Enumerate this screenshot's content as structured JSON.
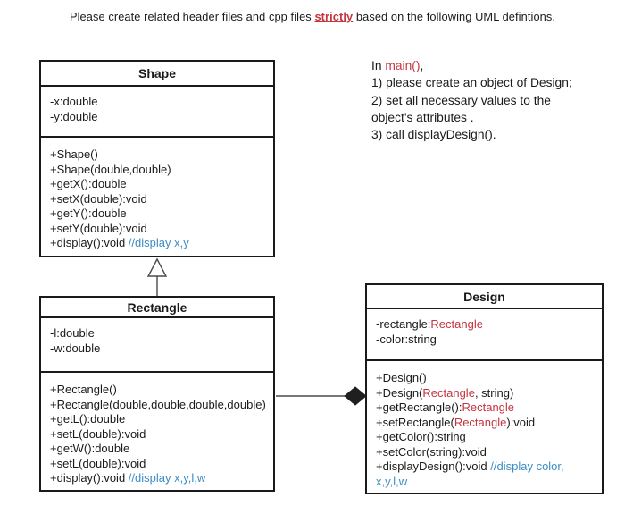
{
  "page": {
    "instruction_segments": [
      {
        "t": "Please create related header files and cpp files "
      },
      {
        "t": "strictly",
        "c": "redbu"
      },
      {
        "t": " based on the following UML defintions."
      }
    ]
  },
  "notes": {
    "lines": [
      [
        {
          "t": "In "
        },
        {
          "t": "main()",
          "c": "red"
        },
        {
          "t": ","
        }
      ],
      [
        {
          "t": "1) please create an object of Design;"
        }
      ],
      [
        {
          "t": "2) set all necessary values to the"
        }
      ],
      [
        {
          "t": "object's attributes ."
        }
      ],
      [
        {
          "t": "3) call displayDesign()."
        }
      ]
    ]
  },
  "classes": {
    "shape": {
      "title": "Shape",
      "attributes": [
        [
          {
            "t": "-x:double"
          }
        ],
        [
          {
            "t": "-y:double"
          }
        ]
      ],
      "methods": [
        [
          {
            "t": "+Shape()"
          }
        ],
        [
          {
            "t": "+Shape(double,double)"
          }
        ],
        [
          {
            "t": "+getX():double"
          }
        ],
        [
          {
            "t": "+setX(double):void"
          }
        ],
        [
          {
            "t": "+getY():double"
          }
        ],
        [
          {
            "t": "+setY(double):void"
          }
        ],
        [
          {
            "t": "+display():void "
          },
          {
            "t": "//display x,y",
            "c": "blue"
          }
        ]
      ]
    },
    "rectangle": {
      "title": "Rectangle",
      "attributes": [
        [
          {
            "t": "-l:double"
          }
        ],
        [
          {
            "t": "-w:double"
          }
        ]
      ],
      "methods": [
        [
          {
            "t": "+Rectangle()"
          }
        ],
        [
          {
            "t": "+Rectangle(double,double,double,double)"
          }
        ],
        [
          {
            "t": "+getL():double"
          }
        ],
        [
          {
            "t": "+setL(double):void"
          }
        ],
        [
          {
            "t": "+getW():double"
          }
        ],
        [
          {
            "t": "+setL(double):void"
          }
        ],
        [
          {
            "t": "+display():void "
          },
          {
            "t": "//display x,y,l,w",
            "c": "blue"
          }
        ]
      ]
    },
    "design": {
      "title": "Design",
      "attributes": [
        [
          {
            "t": "-rectangle:"
          },
          {
            "t": "Rectangle",
            "c": "red"
          }
        ],
        [
          {
            "t": "-color:string"
          }
        ]
      ],
      "methods": [
        [
          {
            "t": "+Design()"
          }
        ],
        [
          {
            "t": "+Design("
          },
          {
            "t": "Rectangle",
            "c": "red"
          },
          {
            "t": ", string)"
          }
        ],
        [
          {
            "t": "+getRectangle():"
          },
          {
            "t": "Rectangle",
            "c": "red"
          }
        ],
        [
          {
            "t": "+setRectangle("
          },
          {
            "t": "Rectangle",
            "c": "red"
          },
          {
            "t": "):void"
          }
        ],
        [
          {
            "t": "+getColor():string"
          }
        ],
        [
          {
            "t": "+setColor(string):void"
          }
        ],
        [
          {
            "t": "+displayDesign():void "
          },
          {
            "t": "//display color,",
            "c": "blue"
          }
        ],
        [
          {
            "t": "x,y,l,w",
            "c": "blue"
          }
        ]
      ]
    }
  },
  "relationships": [
    {
      "type": "inheritance",
      "from": "Rectangle",
      "to": "Shape"
    },
    {
      "type": "composition",
      "from": "Design",
      "to": "Rectangle"
    }
  ],
  "colors": {
    "red": "#c43540",
    "blue": "#3c8dc5",
    "border": "#1a1a1a"
  }
}
